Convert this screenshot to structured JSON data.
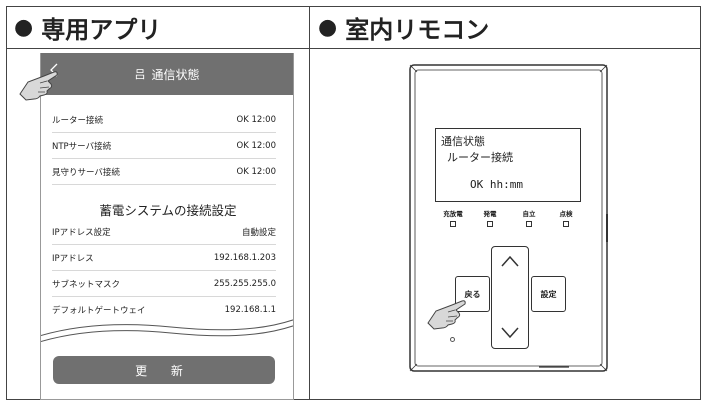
{
  "left_panel": {
    "heading": "専用アプリ",
    "app": {
      "screen_title": "通信状態",
      "back_icon": "chevron-left-icon",
      "router_glyph": "吕",
      "rows": [
        {
          "label": "ルーター接続",
          "value": "OK 12:00"
        },
        {
          "label": "NTPサーバ接続",
          "value": "OK 12:00"
        },
        {
          "label": "見守りサーバ接続",
          "value": "OK 12:00"
        }
      ],
      "section_title": "蓄電システムの接続設定",
      "settings_rows": [
        {
          "label": "IPアドレス設定",
          "value": "自動設定"
        },
        {
          "label": "IPアドレス",
          "value": "192.168.1.203"
        },
        {
          "label": "サブネットマスク",
          "value": "255.255.255.0"
        },
        {
          "label": "デフォルトゲートウェイ",
          "value": "192.168.1.1"
        }
      ],
      "update_button": "更 新"
    }
  },
  "right_panel": {
    "heading": "室内リモコン",
    "remote": {
      "lcd": {
        "line1": "通信状態",
        "line2": "ルーター接続",
        "line3": "OK  hh:mm"
      },
      "leds": [
        "充放電",
        "発電",
        "自立",
        "点検"
      ],
      "back_button": "戻る",
      "settings_button": "設定",
      "up_icon": "chevron-up-icon",
      "down_icon": "chevron-down-icon"
    }
  },
  "colors": {
    "app_bar": "#707070",
    "border": "#444444"
  }
}
